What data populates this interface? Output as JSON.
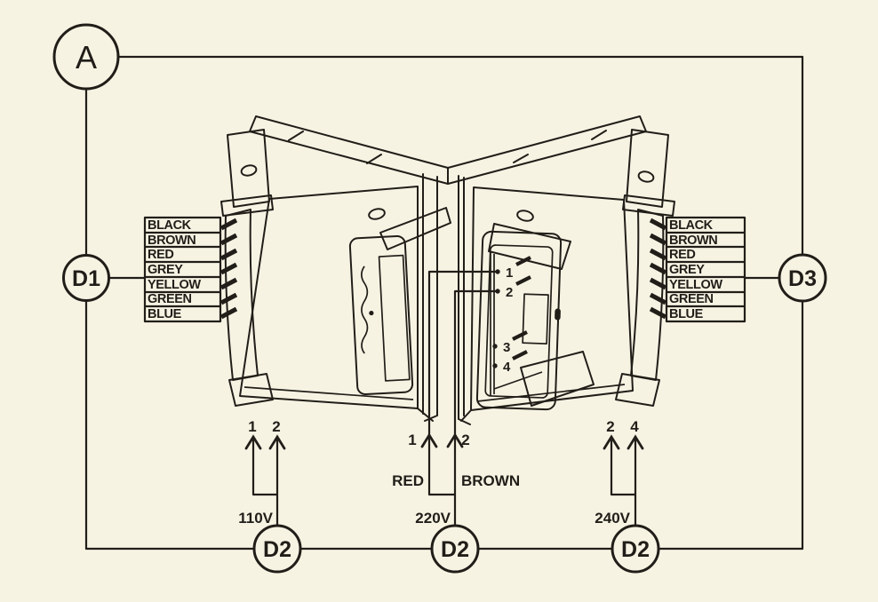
{
  "colors": {
    "bg": "#f7f3e3",
    "ink": "#211e19"
  },
  "ammeter": {
    "label": "A"
  },
  "detectors": {
    "d1": "D1",
    "d3": "D3"
  },
  "bottom_nodes": [
    {
      "label": "D2"
    },
    {
      "label": "D2"
    },
    {
      "label": "D2"
    }
  ],
  "left_terminals": [
    "BLACK",
    "BROWN",
    "RED",
    "GREY",
    "YELLOW",
    "GREEN",
    "BLUE"
  ],
  "right_terminals": [
    "BLACK",
    "BROWN",
    "RED",
    "GREY",
    "YELLOW",
    "GREEN",
    "BLUE"
  ],
  "connector_pins": [
    "1",
    "2",
    "3",
    "4"
  ],
  "taps": [
    {
      "voltage": "110V",
      "pin_a": "1",
      "pin_b": "2"
    },
    {
      "voltage": "220V",
      "pin_a": "1",
      "pin_b": "2",
      "wire_a": "RED",
      "wire_b": "BROWN"
    },
    {
      "voltage": "240V",
      "pin_a": "2",
      "pin_b": "4"
    }
  ]
}
